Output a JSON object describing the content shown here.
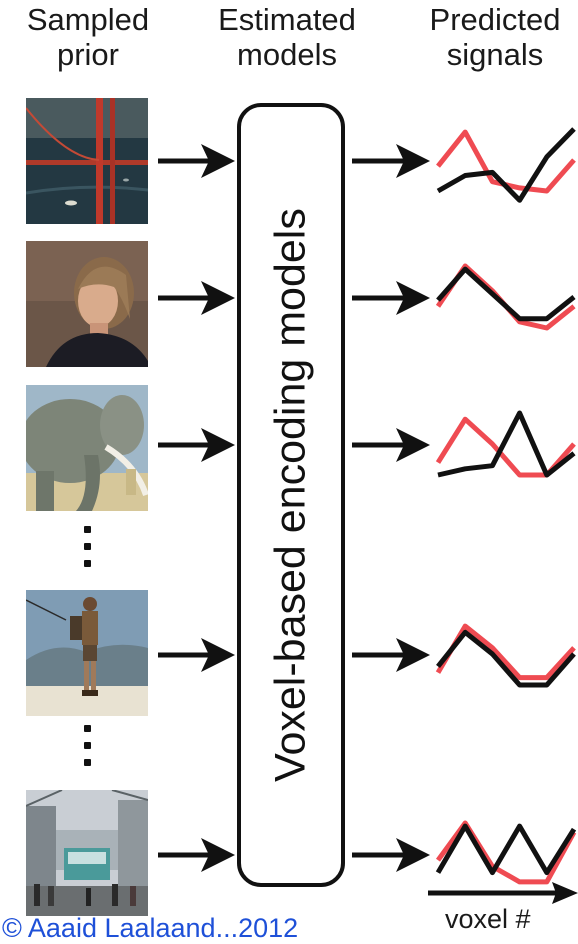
{
  "headers": {
    "prior": [
      "Sampled",
      "prior"
    ],
    "models": [
      "Estimated",
      "models"
    ],
    "signals": [
      "Predicted",
      "signals"
    ]
  },
  "model_box_label": "Voxel-based encoding models",
  "axis_label": "voxel #",
  "credit": "© Aaaid Laalaand...2012",
  "prior_images": [
    "golden-gate-bridge",
    "woman-portrait",
    "elephant",
    "hiker",
    "city-street"
  ],
  "colors": {
    "actual_signal": "#ef4b52",
    "predicted_signal": "#111111",
    "credit": "#1e50d8"
  },
  "signals": [
    {
      "red": [
        0.4,
        0.95,
        0.15,
        0.05,
        0.0,
        0.5
      ],
      "black": [
        0.0,
        0.25,
        0.3,
        -0.15,
        0.55,
        1.0
      ]
    },
    {
      "red": [
        0.35,
        1.0,
        0.6,
        0.1,
        0.0,
        0.35
      ],
      "black": [
        0.45,
        0.95,
        0.55,
        0.15,
        0.15,
        0.5
      ]
    },
    {
      "red": [
        0.2,
        0.9,
        0.5,
        0.0,
        0.0,
        0.5
      ],
      "black": [
        0.0,
        0.1,
        0.15,
        1.0,
        0.0,
        0.35
      ]
    },
    {
      "red": [
        0.2,
        0.95,
        0.6,
        0.12,
        0.12,
        0.6
      ],
      "black": [
        0.3,
        0.85,
        0.5,
        0.0,
        0.0,
        0.5
      ]
    },
    {
      "red": [
        0.4,
        1.0,
        0.3,
        0.05,
        0.05,
        0.85
      ],
      "black": [
        0.2,
        0.95,
        0.2,
        0.95,
        0.2,
        0.9
      ]
    }
  ]
}
